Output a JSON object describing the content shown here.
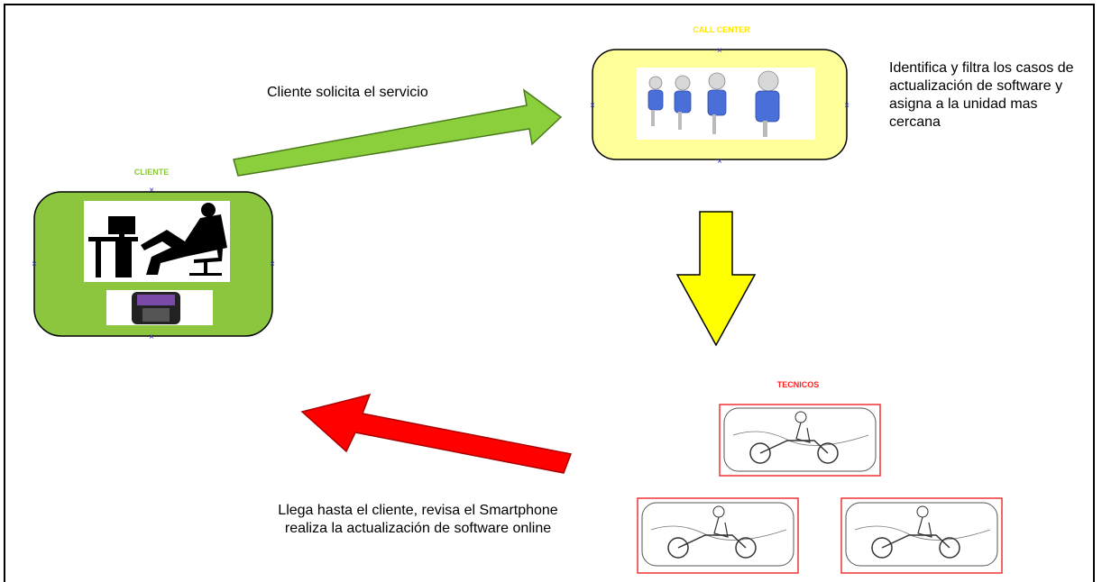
{
  "nodes": {
    "cliente": {
      "label": "CLIENTE",
      "color": "#8cc63f"
    },
    "call_center": {
      "label": "CALL CENTER",
      "color": "#ffff00"
    },
    "tecnicos": {
      "label": "TECNICOS",
      "color": "#ff0000"
    }
  },
  "edges": {
    "request": {
      "text": "Cliente solicita el servicio",
      "color": "#8ccf3c"
    },
    "assign": {
      "text": "Identifica y filtra los casos de actualización de software y asigna a la unidad mas cercana",
      "color": "#ffff00"
    },
    "visit": {
      "text": "Llega hasta el cliente, revisa el Smartphone realiza la actualización de software online",
      "color": "#ff0000"
    }
  },
  "icons": [
    "person-at-desk-icon",
    "smartphone-icon",
    "call-center-agents-icon",
    "motorcycle-technician-icon"
  ]
}
